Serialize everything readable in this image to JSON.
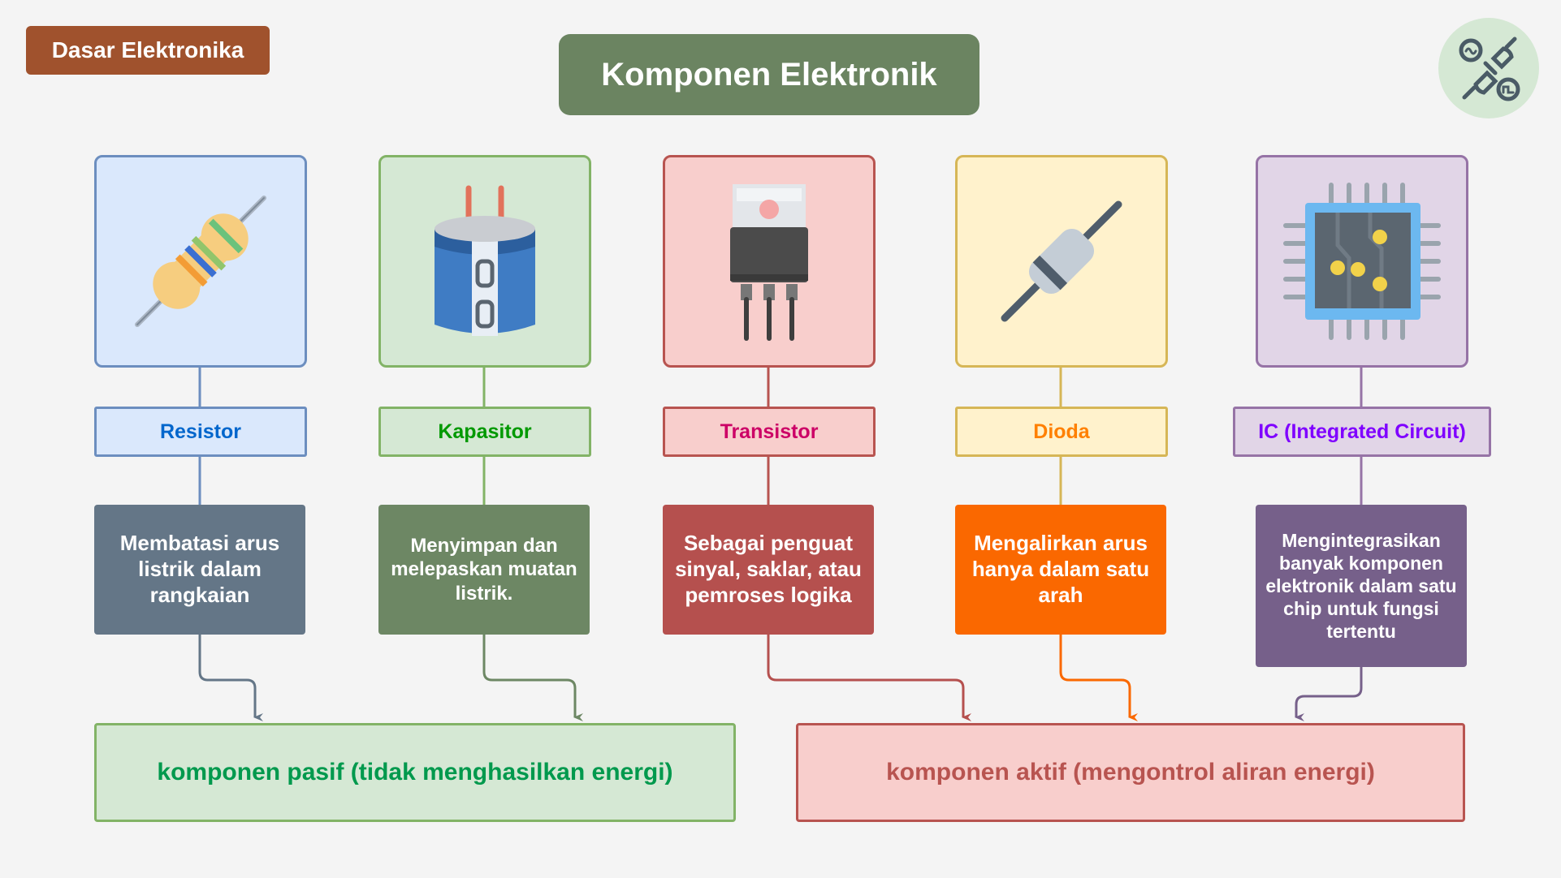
{
  "badge": {
    "label": "Dasar Elektronika"
  },
  "title": "Komponen Elektronik",
  "components": [
    {
      "label": "Resistor",
      "description": "Membatasi arus listrik dalam rangkaian",
      "icon": "resistor-icon",
      "fill": "#dae8fc",
      "stroke": "#6c8ebf",
      "label_color": "#0066cc",
      "desc_bg": "#647687"
    },
    {
      "label": "Kapasitor",
      "description": "Menyimpan dan melepaskan muatan listrik.",
      "icon": "capacitor-icon",
      "fill": "#d5e8d4",
      "stroke": "#82b366",
      "label_color": "#009900",
      "desc_bg": "#6d8764"
    },
    {
      "label": "Transistor",
      "description": "Sebagai penguat sinyal, saklar, atau pemroses logika",
      "icon": "transistor-icon",
      "fill": "#f8cecc",
      "stroke": "#b85450",
      "label_color": "#cc0066",
      "desc_bg": "#b5504e"
    },
    {
      "label": "Dioda",
      "description": "Mengalirkan arus hanya dalam satu arah",
      "icon": "diode-icon",
      "fill": "#fff2cc",
      "stroke": "#d6b656",
      "label_color": "#ff8000",
      "desc_bg": "#fa6800"
    },
    {
      "label": "IC (Integrated Circuit)",
      "description": "Mengintegrasikan banyak komponen elektronik dalam satu chip untuk fungsi tertentu",
      "icon": "ic-chip-icon",
      "fill": "#e1d5e7",
      "stroke": "#9673a6",
      "label_color": "#7f00ff",
      "desc_bg": "#76608a"
    }
  ],
  "categories": [
    {
      "label": "komponen pasif (tidak menghasilkan energi)",
      "fill": "#d5e8d4",
      "stroke": "#82b366",
      "text_color": "#00994d"
    },
    {
      "label": "komponen aktif (mengontrol aliran energi)",
      "fill": "#f8cecc",
      "stroke": "#b85450",
      "text_color": "#b85450"
    }
  ],
  "logo_icon": "electric-plug-icon"
}
